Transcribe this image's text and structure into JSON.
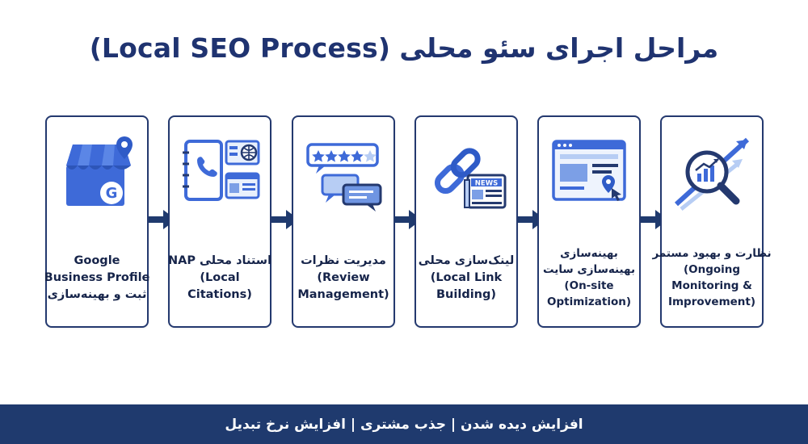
{
  "title": "مراحل اجرای سئو محلی (Local SEO Process)",
  "colors": {
    "primary_navy": "#1f3a6e",
    "card_border": "#24396f",
    "icon_blue": "#3e6ad8",
    "icon_light": "#b7cdf4"
  },
  "steps": [
    {
      "icon": "google-business-store-icon",
      "lines": [
        "Google",
        "Business Profile",
        "ثبت و بهینه‌سازی"
      ]
    },
    {
      "icon": "citations-directory-icon",
      "lines": [
        "NAP استناد محلی",
        "(Local",
        "Citations)"
      ]
    },
    {
      "icon": "review-stars-icon",
      "lines": [
        "مدیریت نظرات",
        "(Review",
        "Management)"
      ]
    },
    {
      "icon": "link-building-icon",
      "lines": [
        "لینک‌سازی محلی",
        "(Local Link",
        "Building)"
      ]
    },
    {
      "icon": "website-optimization-icon",
      "lines": [
        "بهینه‌سازی",
        "بهینه‌سازی سایت",
        "(On-site",
        "Optimization)"
      ]
    },
    {
      "icon": "monitoring-chart-icon",
      "lines": [
        "نظارت و بهبود مستمر",
        "(Ongoing",
        "Monitoring &",
        "Improvement)"
      ]
    }
  ],
  "footer": "افزایش دیده شدن | جذب مشتری | افزایش نرخ تبدیل"
}
